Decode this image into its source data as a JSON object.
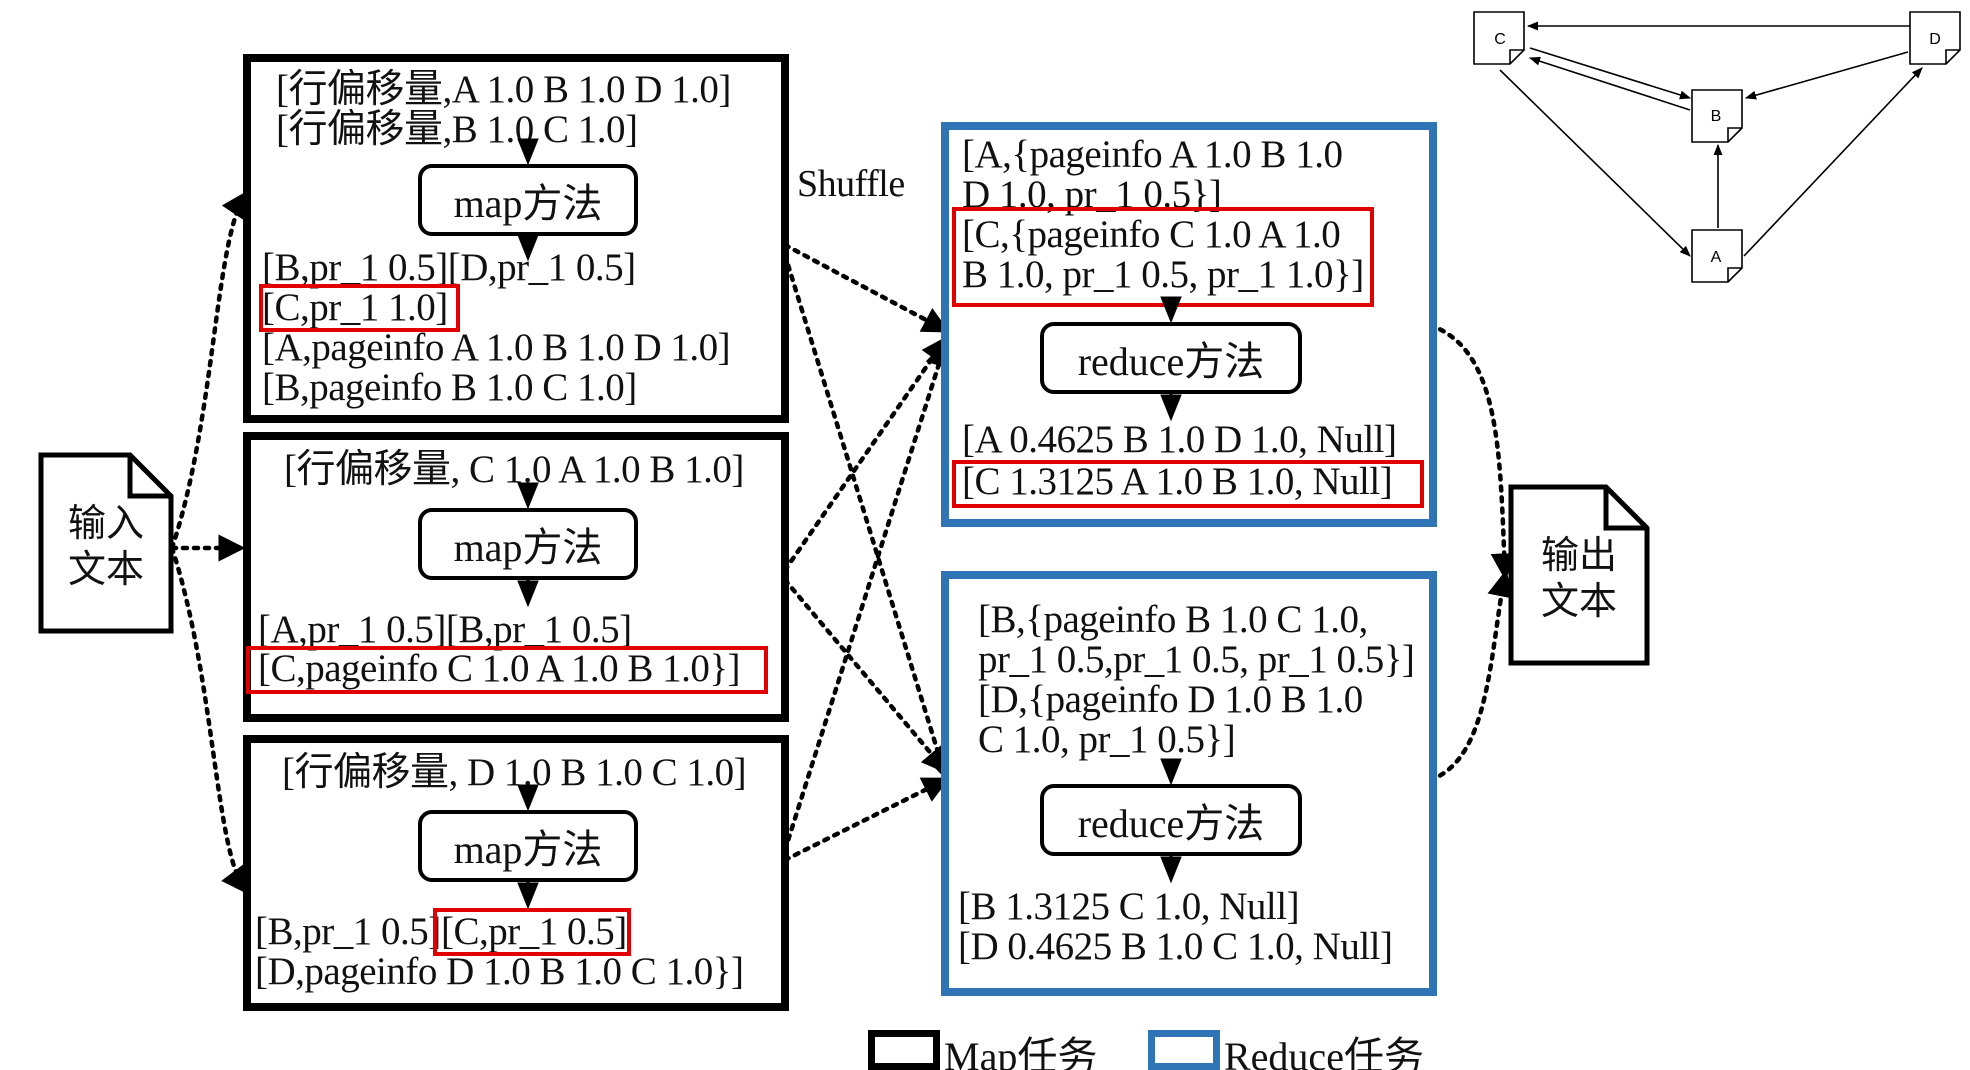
{
  "input_doc": {
    "line1": "输入",
    "line2": "文本"
  },
  "output_doc": {
    "line1": "输出",
    "line2": "文本"
  },
  "shuffle_label": "Shuffle",
  "map_tasks": [
    {
      "inputs": [
        "[行偏移量,A 1.0 B 1.0 D 1.0]",
        "[行偏移量,B 1.0 C 1.0]"
      ],
      "method": "map方法",
      "outputs": [
        "[B,pr_1 0.5][D,pr_1 0.5]",
        "[C,pr_1 1.0]",
        "[A,pageinfo A 1.0 B 1.0 D 1.0]",
        "[B,pageinfo  B 1.0 C 1.0]"
      ]
    },
    {
      "inputs": [
        "[行偏移量, C 1.0 A 1.0 B 1.0]"
      ],
      "method": "map方法",
      "outputs": [
        "[A,pr_1 0.5][B,pr_1 0.5]",
        "[C,pageinfo  C 1.0 A 1.0 B 1.0}]"
      ]
    },
    {
      "inputs": [
        "[行偏移量, D 1.0 B 1.0 C 1.0]"
      ],
      "method": "map方法",
      "outputs": [
        "[B,pr_1 0.5]",
        "[C,pr_1 0.5]",
        "[D,pageinfo D 1.0 B 1.0 C 1.0}]"
      ]
    }
  ],
  "reduce_tasks": [
    {
      "inputs": [
        "[A,{pageinfo  A 1.0 B 1.0",
        "D 1.0, pr_1 0.5}]",
        "[C,{pageinfo  C 1.0 A 1.0",
        "B 1.0, pr_1 0.5, pr_1 1.0}]"
      ],
      "method": "reduce方法",
      "outputs": [
        "[A 0.4625 B 1.0 D 1.0, Null]",
        "[C 1.3125 A 1.0 B 1.0, Null]"
      ]
    },
    {
      "inputs": [
        "[B,{pageinfo  B 1.0 C 1.0,",
        "pr_1 0.5,pr_1 0.5, pr_1 0.5}]",
        "[D,{pageinfo  D 1.0 B 1.0",
        "C 1.0, pr_1 0.5}]"
      ],
      "method": "reduce方法",
      "outputs": [
        "[B 1.3125 C 1.0, Null]",
        "[D 0.4625 B 1.0 C 1.0, Null]"
      ]
    }
  ],
  "graph": {
    "nodes": [
      "A",
      "B",
      "C",
      "D"
    ]
  },
  "legend": {
    "map_label": "Map任务",
    "reduce_label": "Reduce任务"
  },
  "colors": {
    "map_border": "#000000",
    "reduce_border": "#2f75b5",
    "highlight": "#e00000"
  }
}
